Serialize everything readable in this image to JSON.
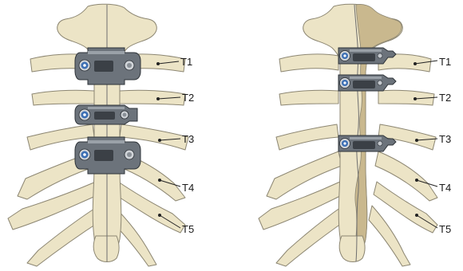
{
  "colors": {
    "bone": "#ece4c6",
    "outline": "#8c8672",
    "sternum": "#c9b88e",
    "plate": "#6c737b",
    "plate_hi": "#9aa1a8",
    "screw": "#3c6fb4"
  },
  "panels": [
    {
      "labels": [
        {
          "text": "T1"
        },
        {
          "text": "T2"
        },
        {
          "text": "T3"
        },
        {
          "text": "T4"
        },
        {
          "text": "T5"
        }
      ],
      "implants": [
        "cross-plate",
        "cross-plate",
        "cross-plate"
      ]
    },
    {
      "labels": [
        {
          "text": "T1"
        },
        {
          "text": "T2"
        },
        {
          "text": "T3"
        },
        {
          "text": "T4"
        },
        {
          "text": "T5"
        }
      ],
      "implants": [
        "bar-plate",
        "bar-plate",
        "bar-plate"
      ]
    }
  ]
}
